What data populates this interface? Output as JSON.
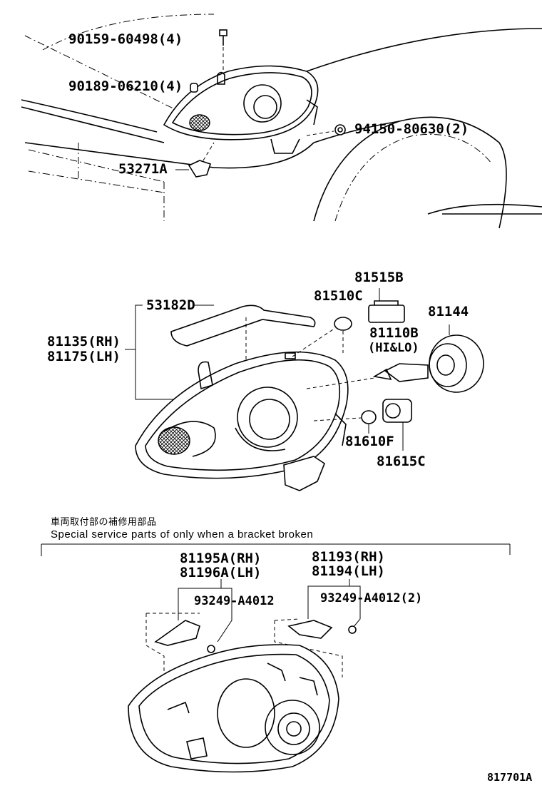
{
  "parts_top": {
    "bolt": "90159-60498(4)",
    "clip": "90189-06210(4)",
    "nut": "94150-80630(2)",
    "bracket": "53271A"
  },
  "parts_main": {
    "gasket": "53182D",
    "headlamp_rh": "81135(RH)",
    "headlamp_lh": "81175(LH)",
    "bulb_small": "81510C",
    "socket": "81515B",
    "bulb_main": "81110B",
    "bulb_main_note": "(HI&LO)",
    "cover": "81144",
    "bulb_front": "81610F",
    "socket_front": "81615C"
  },
  "service": {
    "note_jp": "車両取付部の補修用部品",
    "note_en": "Special service parts of only when a bracket broken",
    "left_rh": "81195A(RH)",
    "left_lh": "81196A(LH)",
    "left_screw": "93249-A4012",
    "right_rh": "81193(RH)",
    "right_lh": "81194(LH)",
    "right_screw": "93249-A4012(2)"
  },
  "figure_code": "817701A"
}
